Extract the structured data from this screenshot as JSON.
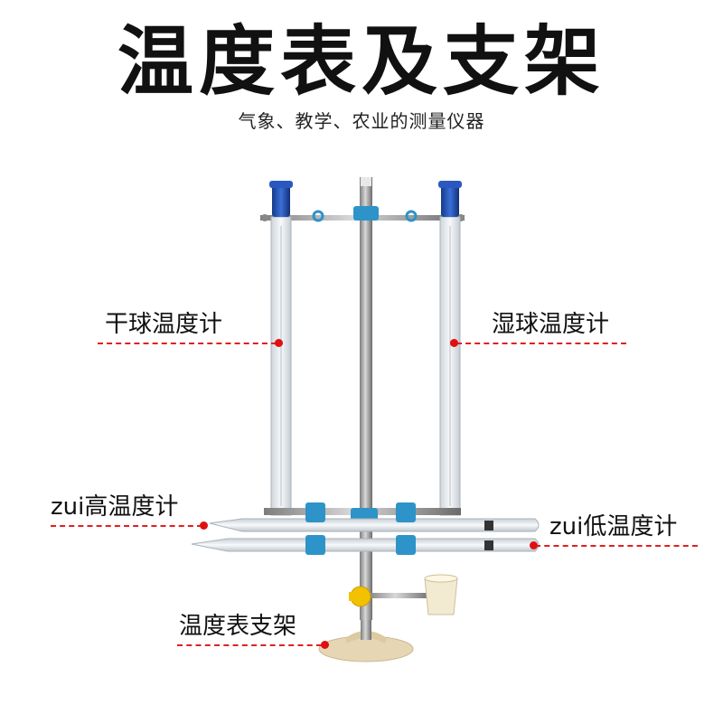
{
  "header": {
    "title": "温度表及支架",
    "subtitle": "气象、教学、农业的测量仪器"
  },
  "callouts": {
    "dry_bulb": "干球温度计",
    "wet_bulb": "湿球温度计",
    "max_thermo": "zui高温度计",
    "min_thermo": "zui低温度计",
    "stand": "温度表支架"
  },
  "colors": {
    "accent_red": "#e01010",
    "clip_blue": "#2e93c8",
    "cap_blue": "#1f4fb0",
    "knob_yellow": "#f2c200",
    "base_beige": "#e6d6b4"
  }
}
